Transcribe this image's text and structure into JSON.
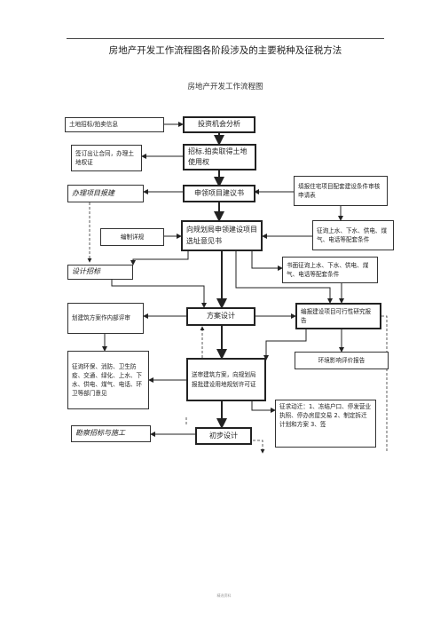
{
  "document": {
    "title": "房地产开发工作流程图各阶段涉及的主要税种及征税方法",
    "chart_title": "房地产开发工作流程图",
    "footer": "精选资料"
  },
  "boxes": {
    "land_bidding": "土地招标/拍卖信息",
    "invest_analysis": "投资机会分析",
    "sign_contract": "签订出让合同，办理土地权证",
    "bid_land_use": "招标.拍卖取得土地使用权",
    "handle_project": "办理项目报建",
    "apply_proposal": "申领项目建议书",
    "residential_form": "填报住宅项目配套建设条件审核申请表",
    "compile_plan": "编制详规",
    "planning_bureau": "向规划局申领建设项目选址意见书",
    "consult_utilities": "征询上水、下水、供电、煤气、电话等配套条件",
    "design_bidding": "设计招标",
    "written_utilities": "书面征询上水、下水、供电、煤气、电话等配套条件",
    "plan_review": "划建筑方案作内部评审",
    "scheme_design": "方案设计",
    "feasibility_report": "编报建设项目可行性研究报告",
    "env_review": "征询环保、消防、卫生防疫、交通、绿化、上水、下水、供电、煤气、电话、环卫等部门意见",
    "submit_scheme": "送审建筑方案，向规划局报批建设用地规划许可证",
    "env_assessment": "环境影响评价报告",
    "demolition": "征求动迁：1、冻结户口、停发营业执照、停办房屋交易 2、制定拆迁计划和方案 3、签",
    "survey_bidding": "勘察招标与施工",
    "preliminary_design": "初步设计"
  }
}
